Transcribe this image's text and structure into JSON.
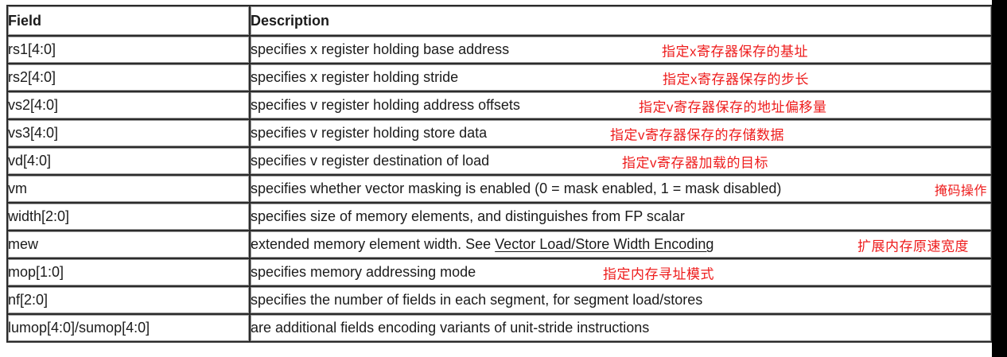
{
  "colors": {
    "background": "#ffffff",
    "text": "#1b1b1b",
    "border": "#2b2b2b",
    "annotation_red": "#ee1c1c",
    "right_strip": "#000000"
  },
  "table": {
    "headers": {
      "field": "Field",
      "description": "Description"
    },
    "rows": [
      {
        "field": "rs1[4:0]",
        "description": "specifies x register holding base address",
        "annotation": "指定x寄存器保存的基址"
      },
      {
        "field": "rs2[4:0]",
        "description": "specifies x register holding stride",
        "annotation": "指定x寄存器保存的步长"
      },
      {
        "field": "vs2[4:0]",
        "description": "specifies v register holding address offsets",
        "annotation": "指定v寄存器保存的地址偏移量"
      },
      {
        "field": "vs3[4:0]",
        "description": "specifies v register holding store data",
        "annotation": "指定v寄存器保存的存储数据"
      },
      {
        "field": "vd[4:0]",
        "description": "specifies v register destination of load",
        "annotation": "指定v寄存器加载的目标"
      },
      {
        "field": "vm",
        "description": "specifies whether vector masking is enabled (0 = mask enabled, 1 = mask disabled)",
        "annotation": "掩码操作"
      },
      {
        "field": "width[2:0]",
        "description": "specifies size of memory elements, and distinguishes from FP scalar"
      },
      {
        "field": "mew",
        "description": "extended memory element width. See ",
        "link": "Vector Load/Store Width Encoding",
        "annotation": "扩展内存原速宽度"
      },
      {
        "field": "mop[1:0]",
        "description": "specifies memory addressing mode",
        "annotation": "指定内存寻址模式"
      },
      {
        "field": "nf[2:0]",
        "description": "specifies the number of fields in each segment, for segment load/stores"
      },
      {
        "field": "lumop[4:0]/sumop[4:0]",
        "description": "are additional fields encoding variants of unit-stride instructions"
      }
    ]
  }
}
